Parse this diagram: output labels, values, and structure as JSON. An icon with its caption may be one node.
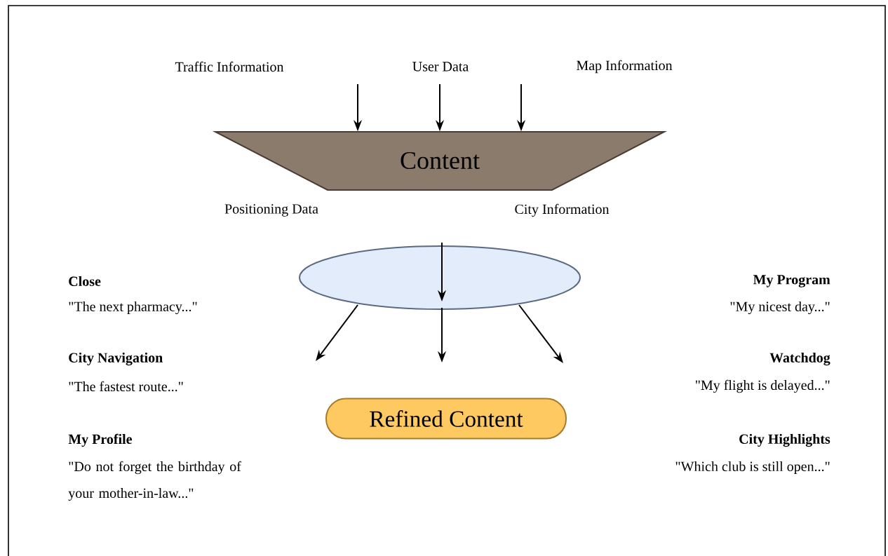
{
  "diagram": {
    "nodes": [
      {
        "text": [
          "Content"
        ]
      },
      {
        "text": [],
        "shape": "ellipse"
      },
      {
        "text": [
          "Refined Content"
        ]
      }
    ],
    "edges": [
      {
        "from": null,
        "to": 0,
        "arrow": "to"
      },
      {
        "from": null,
        "to": 0,
        "arrow": "to"
      },
      {
        "from": null,
        "to": 0,
        "arrow": "to"
      },
      {
        "from": null,
        "to": 1,
        "arrow": "to"
      },
      {
        "from": 1,
        "to": null,
        "arrow": "to"
      },
      {
        "from": 1,
        "to": null,
        "arrow": "to"
      },
      {
        "from": 1,
        "to": null,
        "arrow": "to"
      }
    ],
    "labels": [
      "Traffic Information",
      "User Data",
      "Map Information",
      "Positioning Data",
      "City Information",
      "Close",
      "My Program",
      "\"The next pharmacy...\"",
      "\"My nicest day...\"",
      "City Navigation",
      "Watchdog",
      "\"The fastest route...\"",
      "\"My flight is delayed...\"",
      "My Profile",
      "City Highlights",
      "\"Do not forget the birthday of your mother-in-law...\"",
      "\"Which club is still open...\""
    ]
  }
}
